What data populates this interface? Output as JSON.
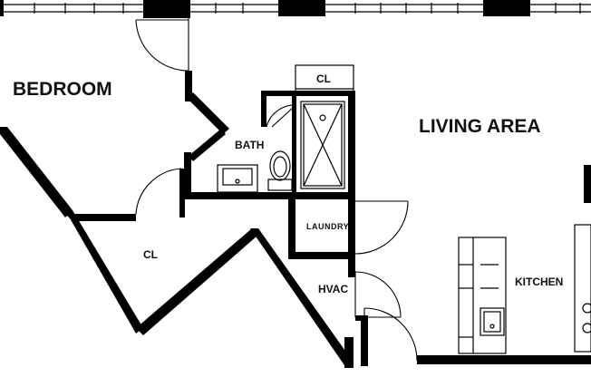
{
  "rooms": {
    "bedroom": "BEDROOM",
    "living": "LIVING AREA",
    "bath": "BATH",
    "closet_top": "CL",
    "closet_bottom": "CL",
    "laundry": "LAUNDRY",
    "hvac": "HVAC",
    "kitchen": "KITCHEN"
  },
  "colors": {
    "wall": "#000000",
    "background": "#ffffff"
  }
}
